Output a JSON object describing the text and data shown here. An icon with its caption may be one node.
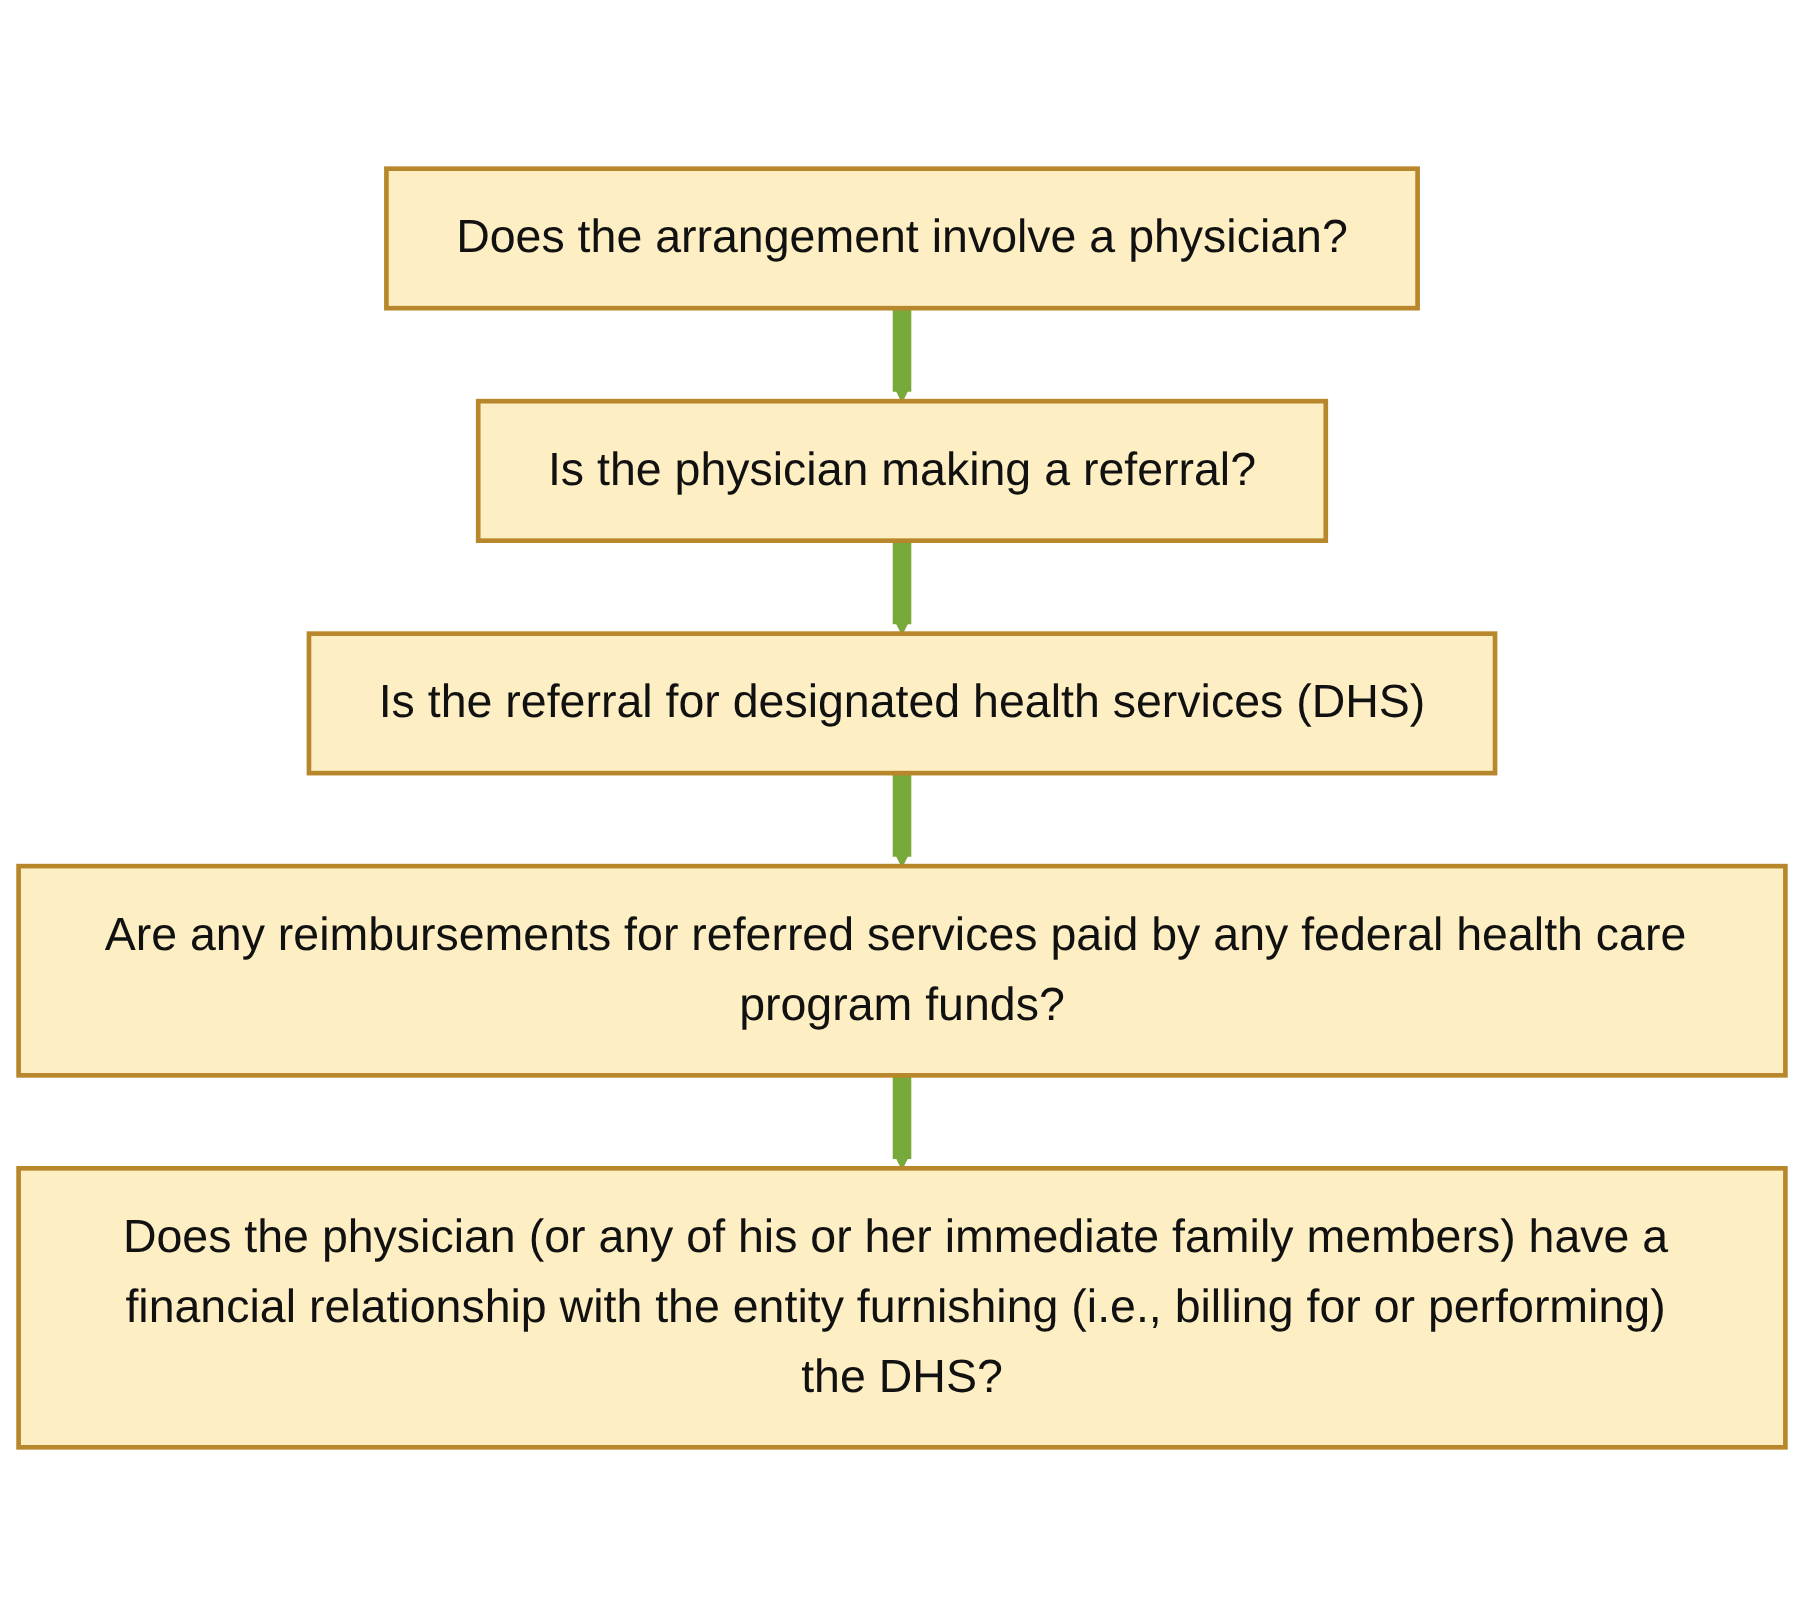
{
  "diagram": {
    "nodes": [
      {
        "text": [
          "Does the arrangement involve a physician?"
        ]
      },
      {
        "text": [
          "Is the physician making a referral?"
        ]
      },
      {
        "text": [
          "Is the referral for designated health services (DHS)"
        ]
      },
      {
        "text": [
          "Are any reimbursements for referred services paid by any federal health care program funds?"
        ]
      },
      {
        "text": [
          "Does the physician (or any of his or her immediate family members) have a financial relationship with the entity furnishing (i.e., billing for or performing) the DHS?"
        ]
      }
    ],
    "edges": [
      {
        "from": 0,
        "to": 1,
        "arrow": "to"
      },
      {
        "from": 1,
        "to": 2,
        "arrow": "to"
      },
      {
        "from": 2,
        "to": 3,
        "arrow": "to"
      },
      {
        "from": 3,
        "to": 4,
        "arrow": "to"
      }
    ]
  }
}
